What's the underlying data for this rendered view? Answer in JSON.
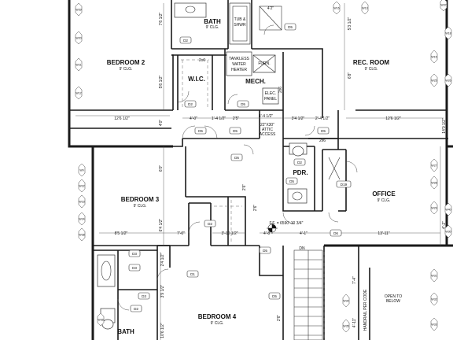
{
  "rooms": {
    "bath_top": "BATH",
    "bath_top_clg": "9' CLG.",
    "tub_line1": "TUB &",
    "tub_line2": "SHWR",
    "bedroom2": "BEDROOM 2",
    "bedroom2_clg": "9' CLG.",
    "wic": "W.I.C.",
    "tankless1": "TANKLESS",
    "tankless2": "WATER",
    "tankless3": "HEATER",
    "furn": "FURN.",
    "mech": "MECH.",
    "elec1": "ELEC.",
    "elec2": "PANEL",
    "rec_room": "REC. ROOM",
    "rec_room_clg": "9' CLG.",
    "attic1": "22\"X30\"",
    "attic2": "ATTIC",
    "attic3": "ACCESS",
    "pdr": "PDR.",
    "office": "OFFICE",
    "office_clg": "9' CLG.",
    "bedroom3": "BEDROOM 3",
    "bedroom3_clg": "9' CLG.",
    "ff": "F.F. = 6590'-10 3/4\"",
    "dn": "DN",
    "handrail": "HANDRAIL PER CODE",
    "open1": "OPEN TO",
    "open2": "BELOW",
    "bedroom4": "BEDROOM 4",
    "bedroom4_clg": "9' CLG.",
    "bath_bottom": "BATH"
  },
  "dimensions": {
    "d_7_6": "7'6 1/2\"",
    "d_5_6": "5'6 1/2\"",
    "d_12_6_left": "12'6 1/2\"",
    "d_4_0_left": "4'0\"",
    "d_4_0_b": "4'-0\"",
    "d_1_4": "1'-4 1/2\"",
    "d_2_5": "2'5\"",
    "d_4_4": "4'-4 1/2\"",
    "d_3_4": "3'4 1/2\"",
    "d_2_4": "2'-4 1/2\"",
    "d_12_6_right": "12'6 1/2\"",
    "d_5_3": "5'3 1/2\"",
    "d_6_8": "6'8\"",
    "d_14_0": "14'0 1/2\"",
    "d_2x6_wic": "2x6",
    "d_2x6_mech": "2x6",
    "d_2x6_attic": "2x6",
    "d_4_2": "4'2\"",
    "d_6_0": "6'0\"",
    "d_6_4": "6'4 1/2\"",
    "d_8_5": "8'5 1/2\"",
    "d_7_0": "7'-0\"",
    "d_3_10": "3'-10 1/2\"",
    "d_4_8": "4'-8\"",
    "d_4_1": "4'-1\"",
    "d_13_11": "13'-11\"",
    "d_4_2b": "4'-2\"",
    "d_2_6": "2'6\"",
    "d_7_4": "7'-4\"",
    "d_4_11": "4'-11\"",
    "d_2_4b": "2'4 1/2\"",
    "d_3_9": "3'9 1/2\"",
    "d_2_6b": "2'6\"",
    "d_10_6": "10'6 1/2\"",
    "d_2_6c": "2'6\""
  },
  "door_tags": {
    "d2_bath": "D2",
    "d5_top": "D5",
    "d2_wic": "D2",
    "d5_mech": "D5",
    "d5_hall_left": "D5",
    "d5_hall_center": "D5",
    "d5_hall_right": "D5",
    "d5_bed3": "D5",
    "d5_pdr": "D5",
    "d19_office": "D19",
    "d2_bed3_closet": "D2",
    "d6_stairs": "D6",
    "d3_bath_bottom1": "D3",
    "d5_stair": "D5",
    "d1_bed4": "D1",
    "d3_bath_bottom2": "D3",
    "d2_bath_bottom": "D2",
    "d3_bath_bottom3": "D3",
    "d5_bed4": "D5",
    "d2_pdr": "D2"
  },
  "window_tags": {
    "w20": "W20",
    "w21": "W21",
    "w12": "W12",
    "w9": "W9",
    "w22": "W22",
    "w23": "W23",
    "w24": "W24",
    "w16": "W16",
    "w13": "W13",
    "w18": "W18",
    "w15": "W15",
    "w25": "W25",
    "w26": "W26",
    "w27": "W27",
    "w28": "W28",
    "w29": "W29",
    "w30": "W30",
    "w31": "W31",
    "w32": "W32",
    "w33": "W33",
    "w34": "W34",
    "w35": "W35",
    "w36": "W36",
    "w37": "W37",
    "w38": "W38",
    "w39": "W39",
    "w40": "W40"
  }
}
